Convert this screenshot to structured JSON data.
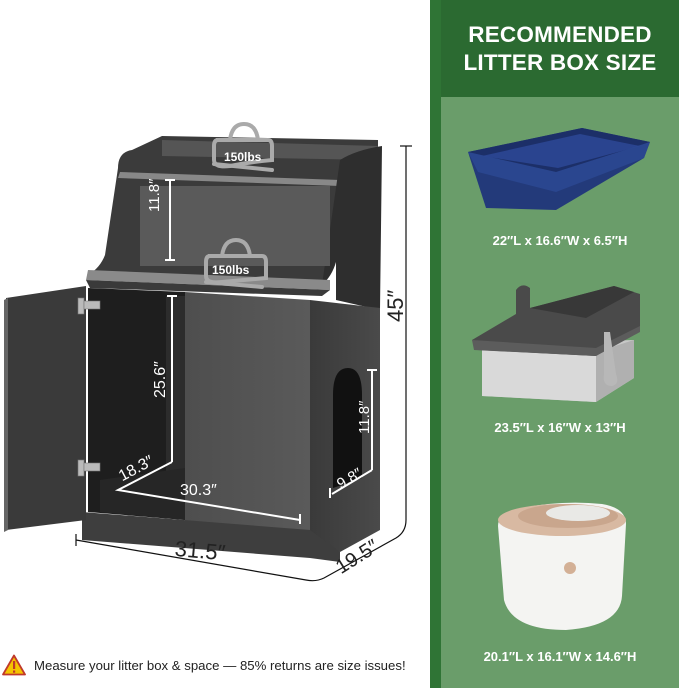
{
  "diagram": {
    "weight_top_shelf": "150lbs",
    "weight_middle_shelf": "150lbs",
    "shelf_gap": "11.8″",
    "inner_height": "25.6″",
    "inner_depth": "18.3″",
    "inner_width": "30.3″",
    "side_opening_height": "11.8″",
    "side_opening_width": "9.8″",
    "overall_height": "45″",
    "overall_width": "31.5″",
    "overall_depth": "19.5″"
  },
  "footer": {
    "warning_icon": "warning-triangle-icon",
    "warning_text": "Measure your litter box & space — 85% returns are size issues!"
  },
  "panel": {
    "title_line1": "RECOMMENDED",
    "title_line2": "LITTER BOX SIZE",
    "colors": {
      "header": "#2b6a31",
      "border": "#2f7435",
      "body": "#6a9d6a"
    },
    "boxes": [
      {
        "name": "open-blue-litter-box",
        "caption": "22″L x 16.6″W x 6.5″H"
      },
      {
        "name": "high-sided-stainless-litter-box",
        "caption": "23.5″L x 16″W x 13″H"
      },
      {
        "name": "top-entry-litter-box",
        "caption": "20.1″L x 16.1″W x 14.6″H"
      }
    ]
  }
}
